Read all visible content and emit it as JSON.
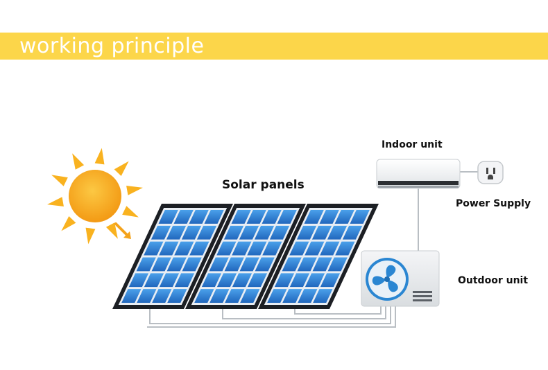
{
  "header": {
    "title": "working principle",
    "bg_color": "#fcd64a"
  },
  "diagram": {
    "labels": {
      "solar_panels": "Solar panels",
      "indoor_unit": "Indoor unit",
      "power_supply": "Power Supply",
      "outdoor_unit": "Outdoor unit"
    },
    "components": [
      {
        "name": "sun",
        "icon": "sun-icon",
        "color": "#f9a51b"
      },
      {
        "name": "solar-panels",
        "icon": "solar-panel-icon",
        "count": 3,
        "color": "#2f7fd1"
      },
      {
        "name": "indoor-unit",
        "icon": "air-conditioner-icon"
      },
      {
        "name": "power-outlet",
        "icon": "outlet-icon"
      },
      {
        "name": "outdoor-unit",
        "icon": "fan-icon",
        "color": "#2f8fd6"
      }
    ]
  }
}
